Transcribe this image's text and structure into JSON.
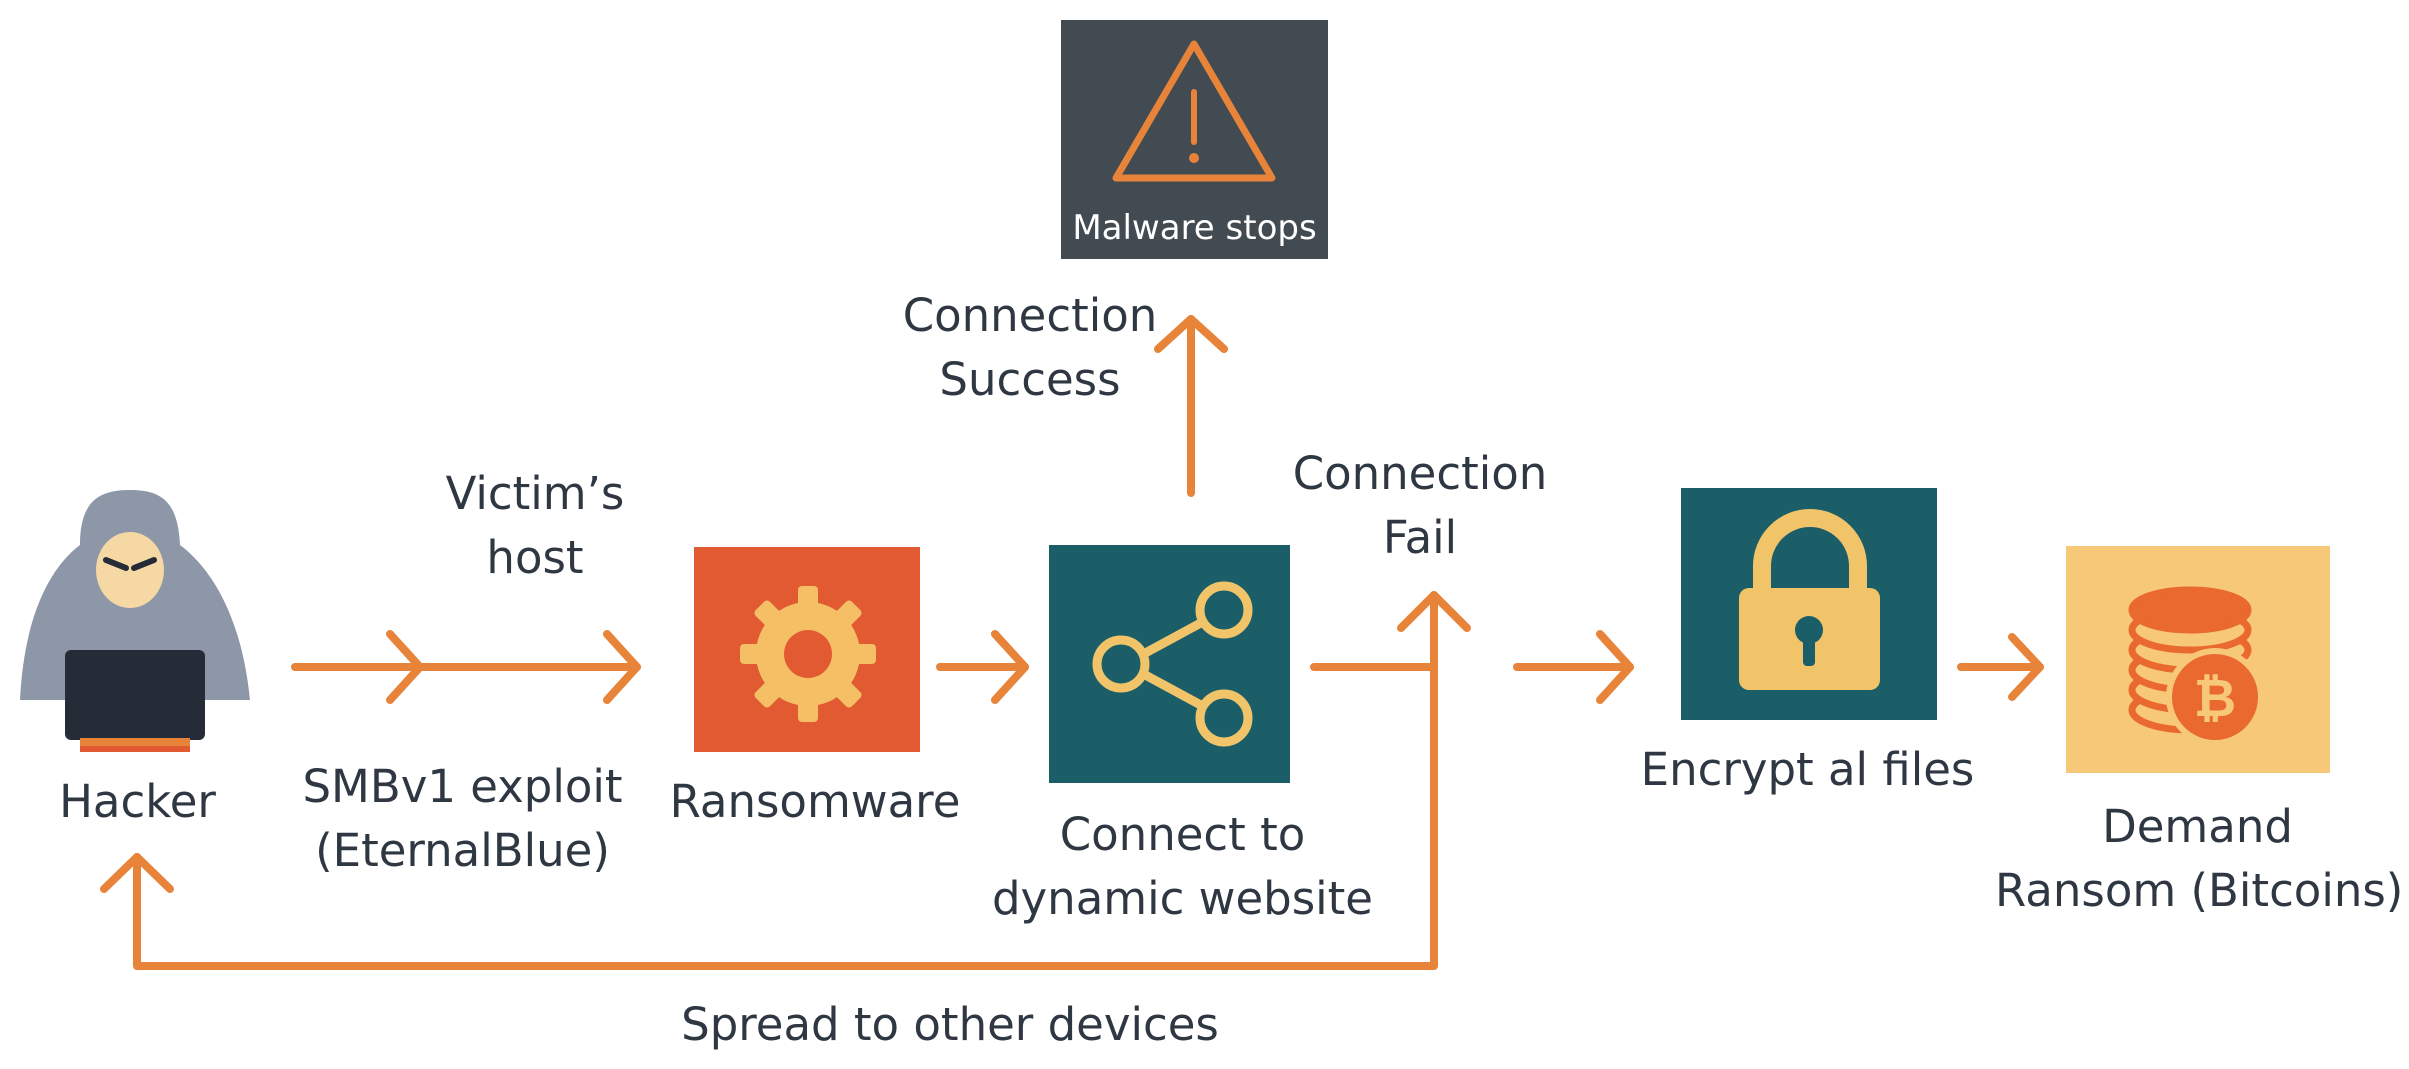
{
  "colors": {
    "arrow": "#e8843a",
    "text": "#2f3743",
    "ransomware_box": "#e15a32",
    "gear": "#f5c065",
    "teal_box": "#1b5e68",
    "accent_yellow": "#f2c46a",
    "malware_box": "#424a52",
    "bitcoin_box": "#f8c879",
    "coin": "#e9692f",
    "hacker_hood": "#8e97a8",
    "laptop": "#252c37"
  },
  "nodes": {
    "hacker": {
      "label": "Hacker",
      "icon": "hooded-hacker-icon"
    },
    "exploit": {
      "label_line1": "SMBv1 exploit",
      "label_line2": "(EternalBlue)"
    },
    "victim_host": {
      "label_line1": "Victim’s",
      "label_line2": "host"
    },
    "ransomware": {
      "label": "Ransomware",
      "icon": "gear-icon"
    },
    "connect": {
      "label_line1": "Connect to",
      "label_line2": "dynamic website",
      "icon": "share-icon"
    },
    "malware_stops": {
      "label": "Malware stops",
      "icon": "warning-triangle-icon"
    },
    "encrypt": {
      "label": "Encrypt al files",
      "icon": "padlock-icon"
    },
    "ransom": {
      "label_line1": "Demand",
      "label_line2": "Ransom (Bitcoins)",
      "icon": "bitcoin-coins-icon"
    }
  },
  "edges": {
    "connection_success": {
      "label_line1": "Connection",
      "label_line2": "Success"
    },
    "connection_fail": {
      "label_line1": "Connection",
      "label_line2": "Fail"
    },
    "spread": {
      "label": "Spread to other devices"
    }
  }
}
